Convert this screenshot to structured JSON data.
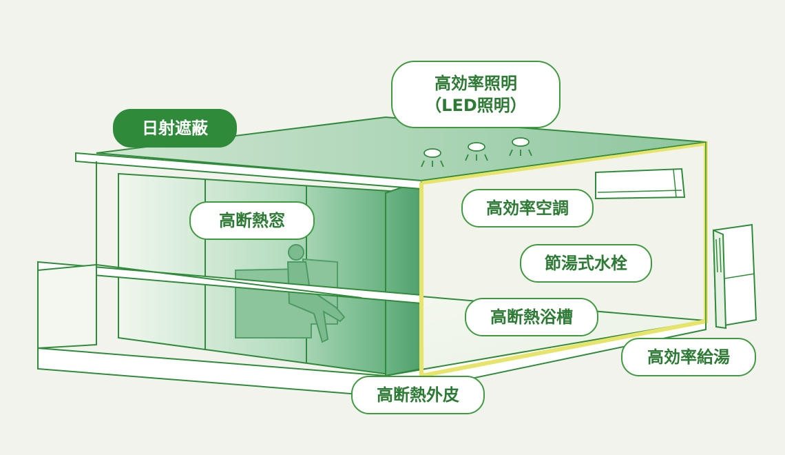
{
  "diagram": {
    "labels": {
      "shading": "日射遮蔽",
      "lighting_line1": "高効率照明",
      "lighting_line2": "（LED照明）",
      "window": "高断熱窓",
      "air_conditioning": "高効率空調",
      "faucet": "節湯式水栓",
      "bathtub": "高断熱浴槽",
      "water_heater": "高効率給湯",
      "envelope": "高断熱外皮"
    },
    "colors": {
      "background": "#f3f3ee",
      "line_green": "#2f8a3a",
      "pill_border": "#3f9a3f",
      "label_text": "#2c7a33",
      "wall_highlight": "#e6e46a",
      "glass_green": "#8fc9a0"
    },
    "icons": [
      "downlight-icon",
      "air-conditioner-icon",
      "water-heater-icon",
      "seated-person-icon"
    ]
  }
}
